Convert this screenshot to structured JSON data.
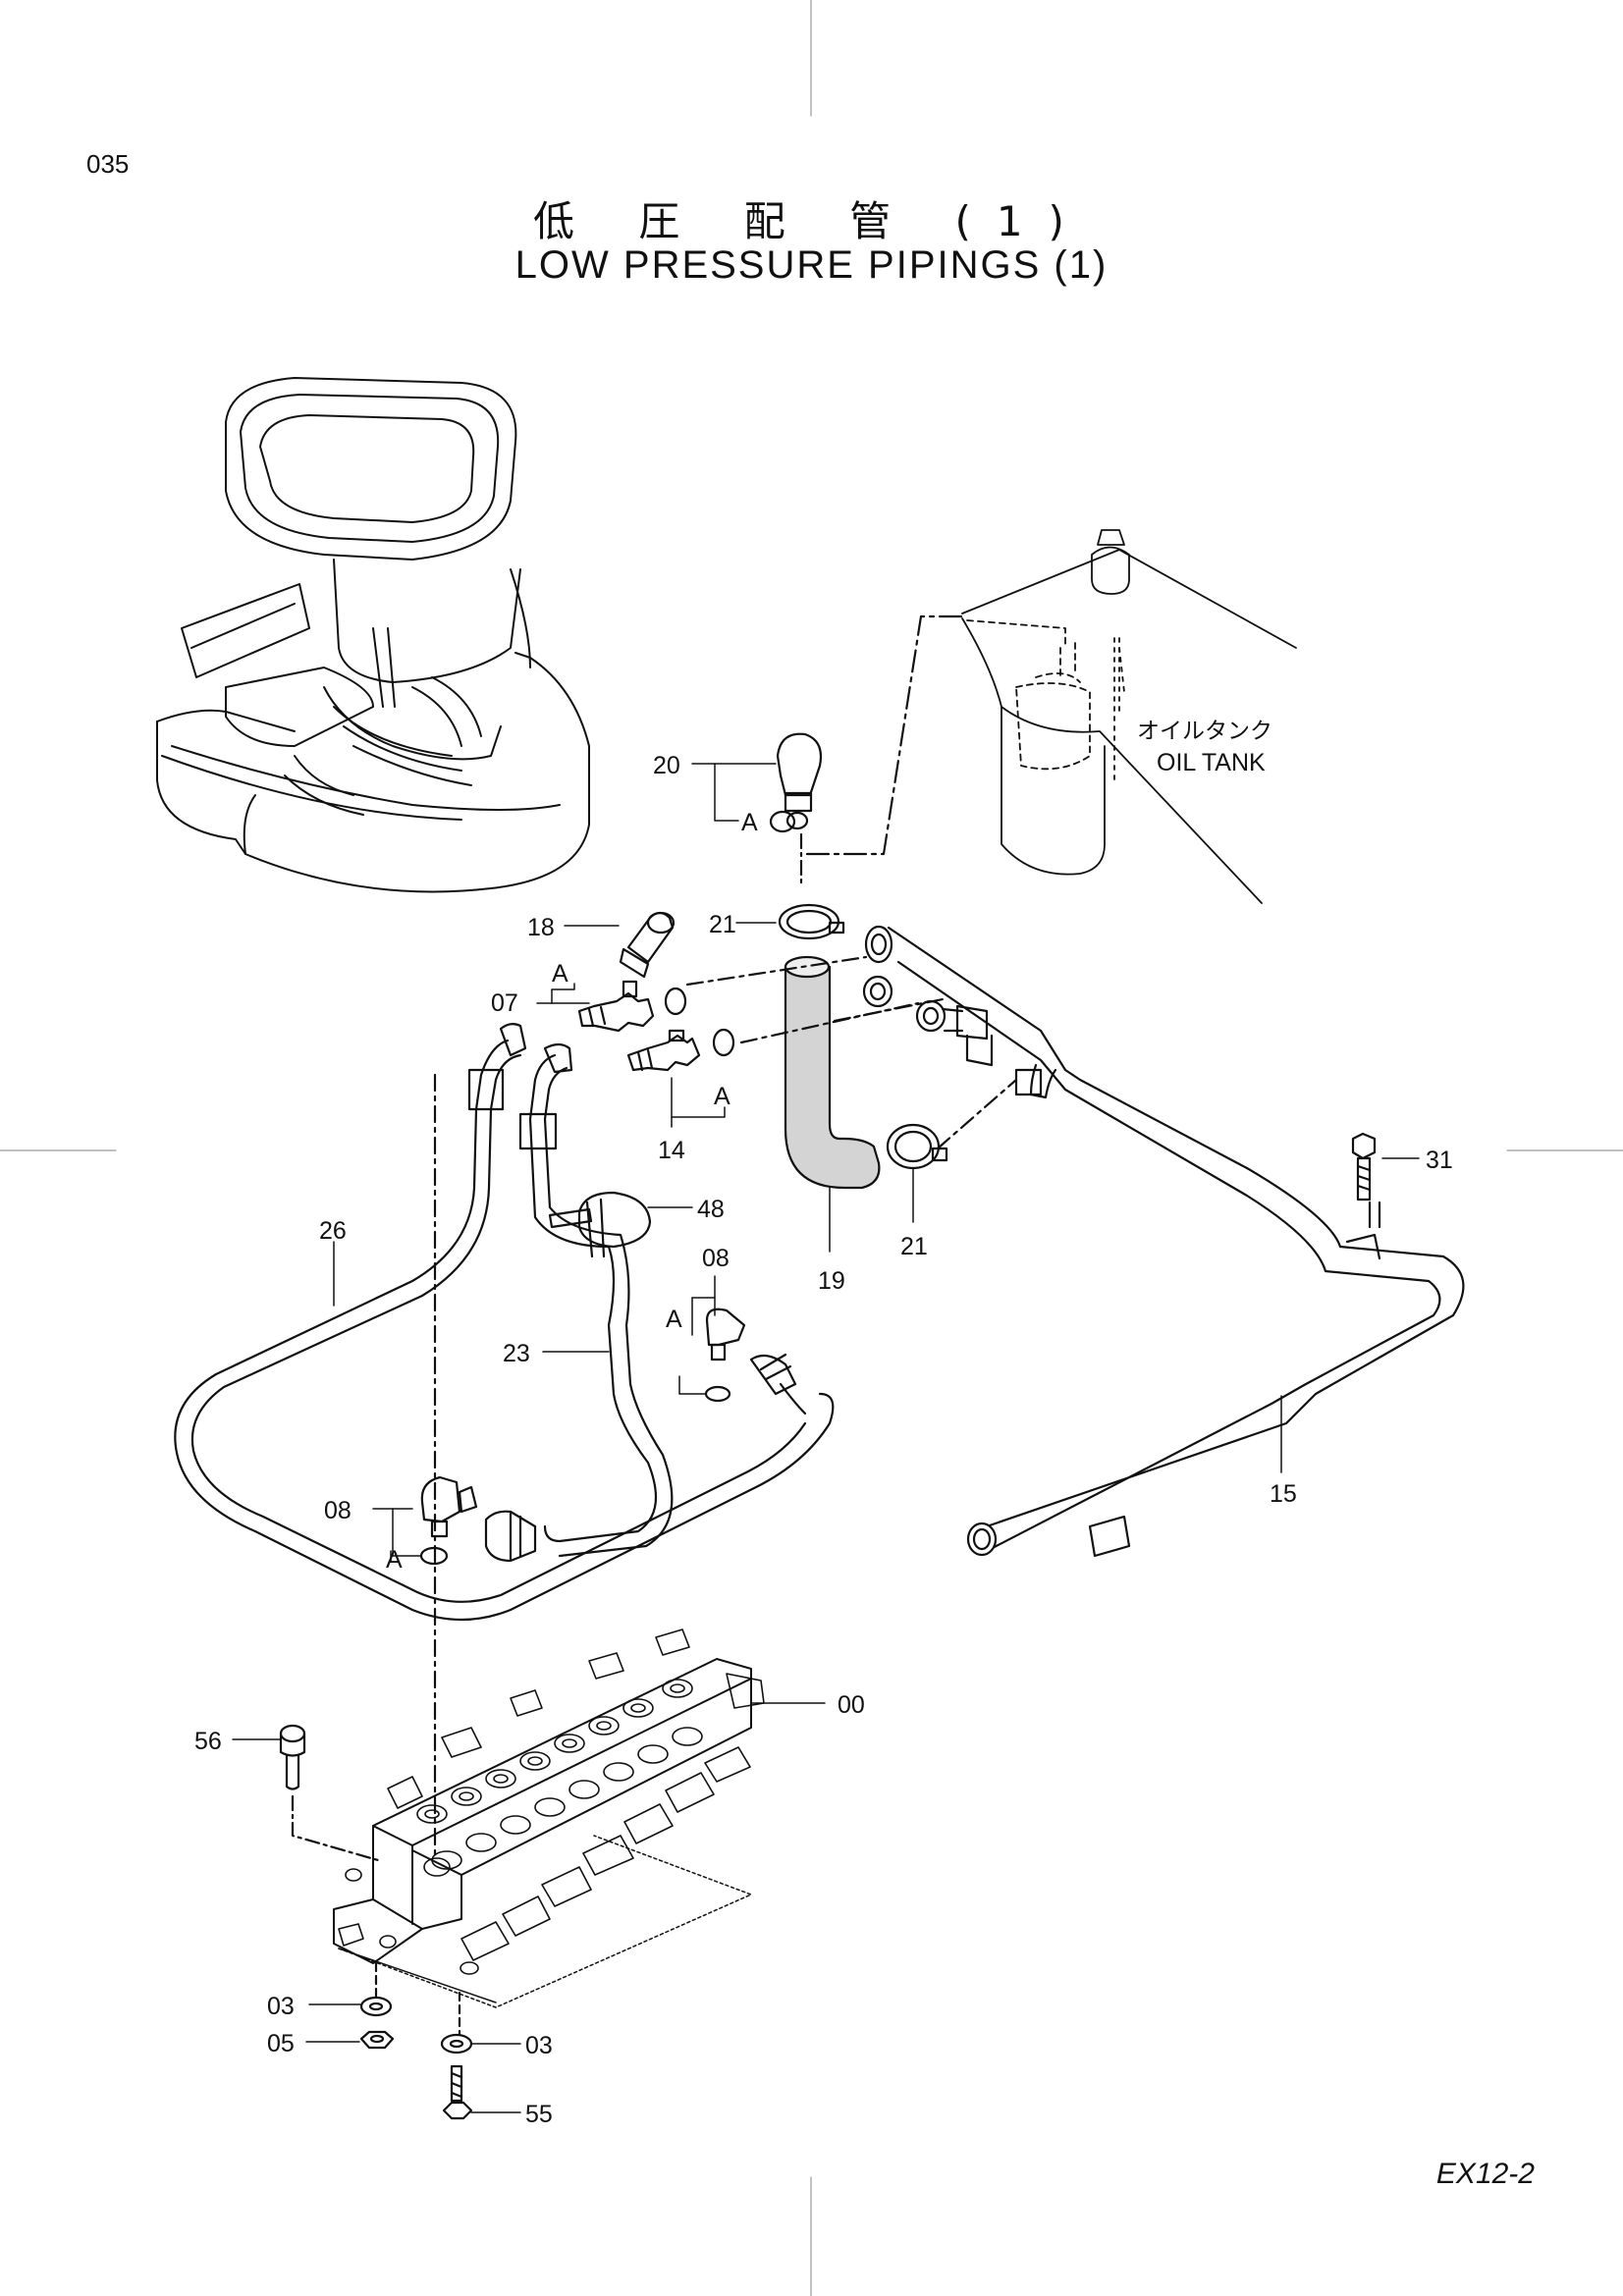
{
  "page": {
    "number": "035",
    "code": "EX12-2"
  },
  "title": {
    "jp": "低 圧 配 管 (1)",
    "en": "LOW PRESSURE PIPINGS (1)"
  },
  "oil_tank": {
    "jp": "オイルタンク",
    "en": "OIL TANK"
  },
  "callouts": {
    "p20": "20",
    "p18": "18",
    "p07": "07",
    "p21a": "21",
    "p21b": "21",
    "p14": "14",
    "p19": "19",
    "p31": "31",
    "p26": "26",
    "p48": "48",
    "p08a": "08",
    "p08b": "08",
    "p23": "23",
    "p15": "15",
    "p00": "00",
    "p56": "56",
    "p03a": "03",
    "p05": "05",
    "p03b": "03",
    "p55": "55",
    "a1": "A",
    "a2": "A",
    "a3": "A",
    "a4": "A",
    "a5": "A"
  }
}
